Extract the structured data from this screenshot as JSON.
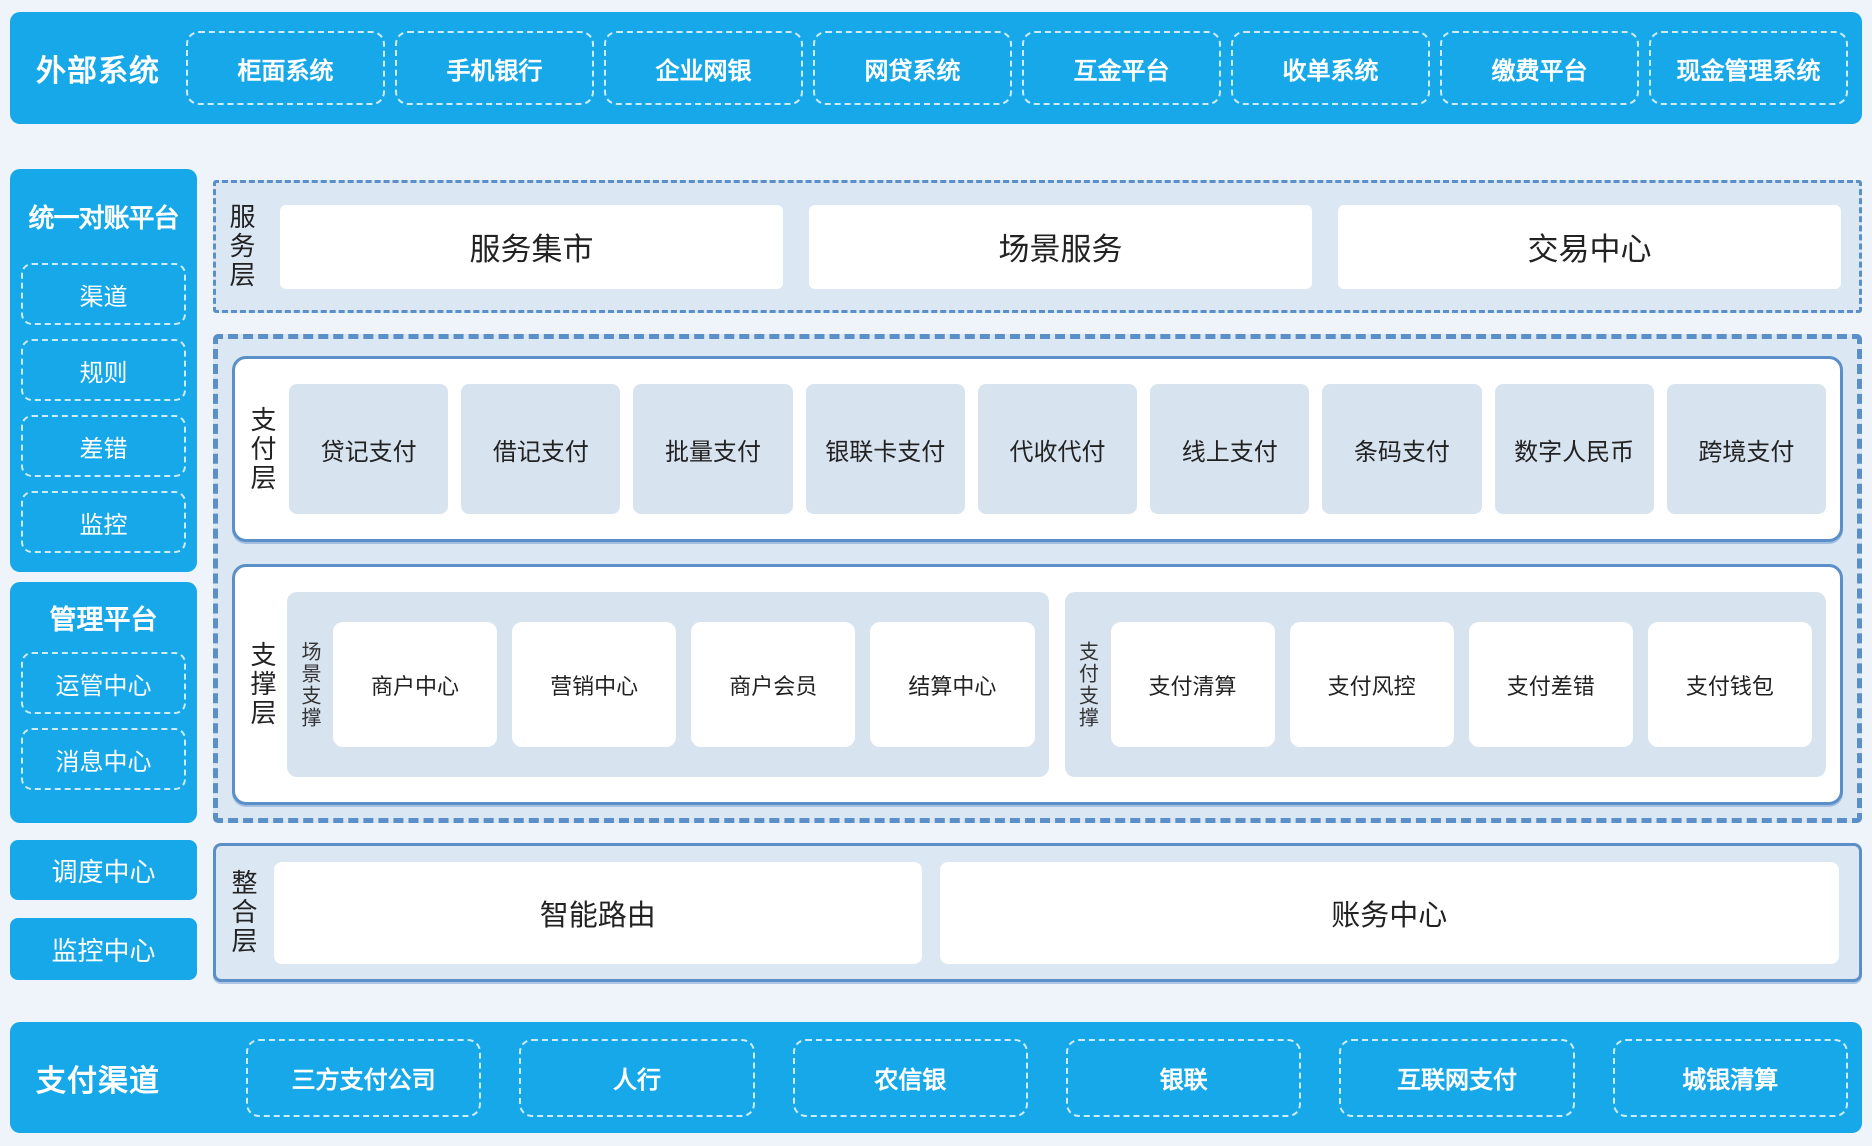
{
  "colors": {
    "brand_blue": "#17a8e9",
    "border_steel_blue": "#5a8fc8",
    "panel_light_blue": "#dce7f4",
    "cell_light_blue": "#d8e3f0",
    "page_background": "#eef4f9",
    "text_dark": "#222222",
    "text_white": "#ffffff"
  },
  "external_systems": {
    "title": "外部系统",
    "items": [
      "柜面系统",
      "手机银行",
      "企业网银",
      "网贷系统",
      "互金平台",
      "收单系统",
      "缴费平台",
      "现金管理系统"
    ]
  },
  "sidebar": {
    "reconciliation": {
      "title": "统一对账平台",
      "items": [
        "渠道",
        "规则",
        "差错",
        "监控"
      ]
    },
    "management": {
      "title": "管理平台",
      "items": [
        "运管中心",
        "消息中心"
      ]
    },
    "dispatch_center": "调度中心",
    "monitoring_center": "监控中心"
  },
  "service_layer": {
    "label": "服务层",
    "items": [
      "服务集市",
      "场景服务",
      "交易中心"
    ]
  },
  "payment_layer": {
    "label": "支付层",
    "items": [
      "贷记支付",
      "借记支付",
      "批量支付",
      "银联卡支付",
      "代收代付",
      "线上支付",
      "条码支付",
      "数字人民币",
      "跨境支付"
    ]
  },
  "support_layer": {
    "label": "支撑层",
    "groups": [
      {
        "label": "场景支撑",
        "items": [
          "商户中心",
          "营销中心",
          "商户会员",
          "结算中心"
        ]
      },
      {
        "label": "支付支撑",
        "items": [
          "支付清算",
          "支付风控",
          "支付差错",
          "支付钱包"
        ]
      }
    ]
  },
  "integration_layer": {
    "label": "整合层",
    "items": [
      "智能路由",
      "账务中心"
    ]
  },
  "payment_channels": {
    "title": "支付渠道",
    "items": [
      "三方支付公司",
      "人行",
      "农信银",
      "银联",
      "互联网支付",
      "城银清算"
    ]
  }
}
